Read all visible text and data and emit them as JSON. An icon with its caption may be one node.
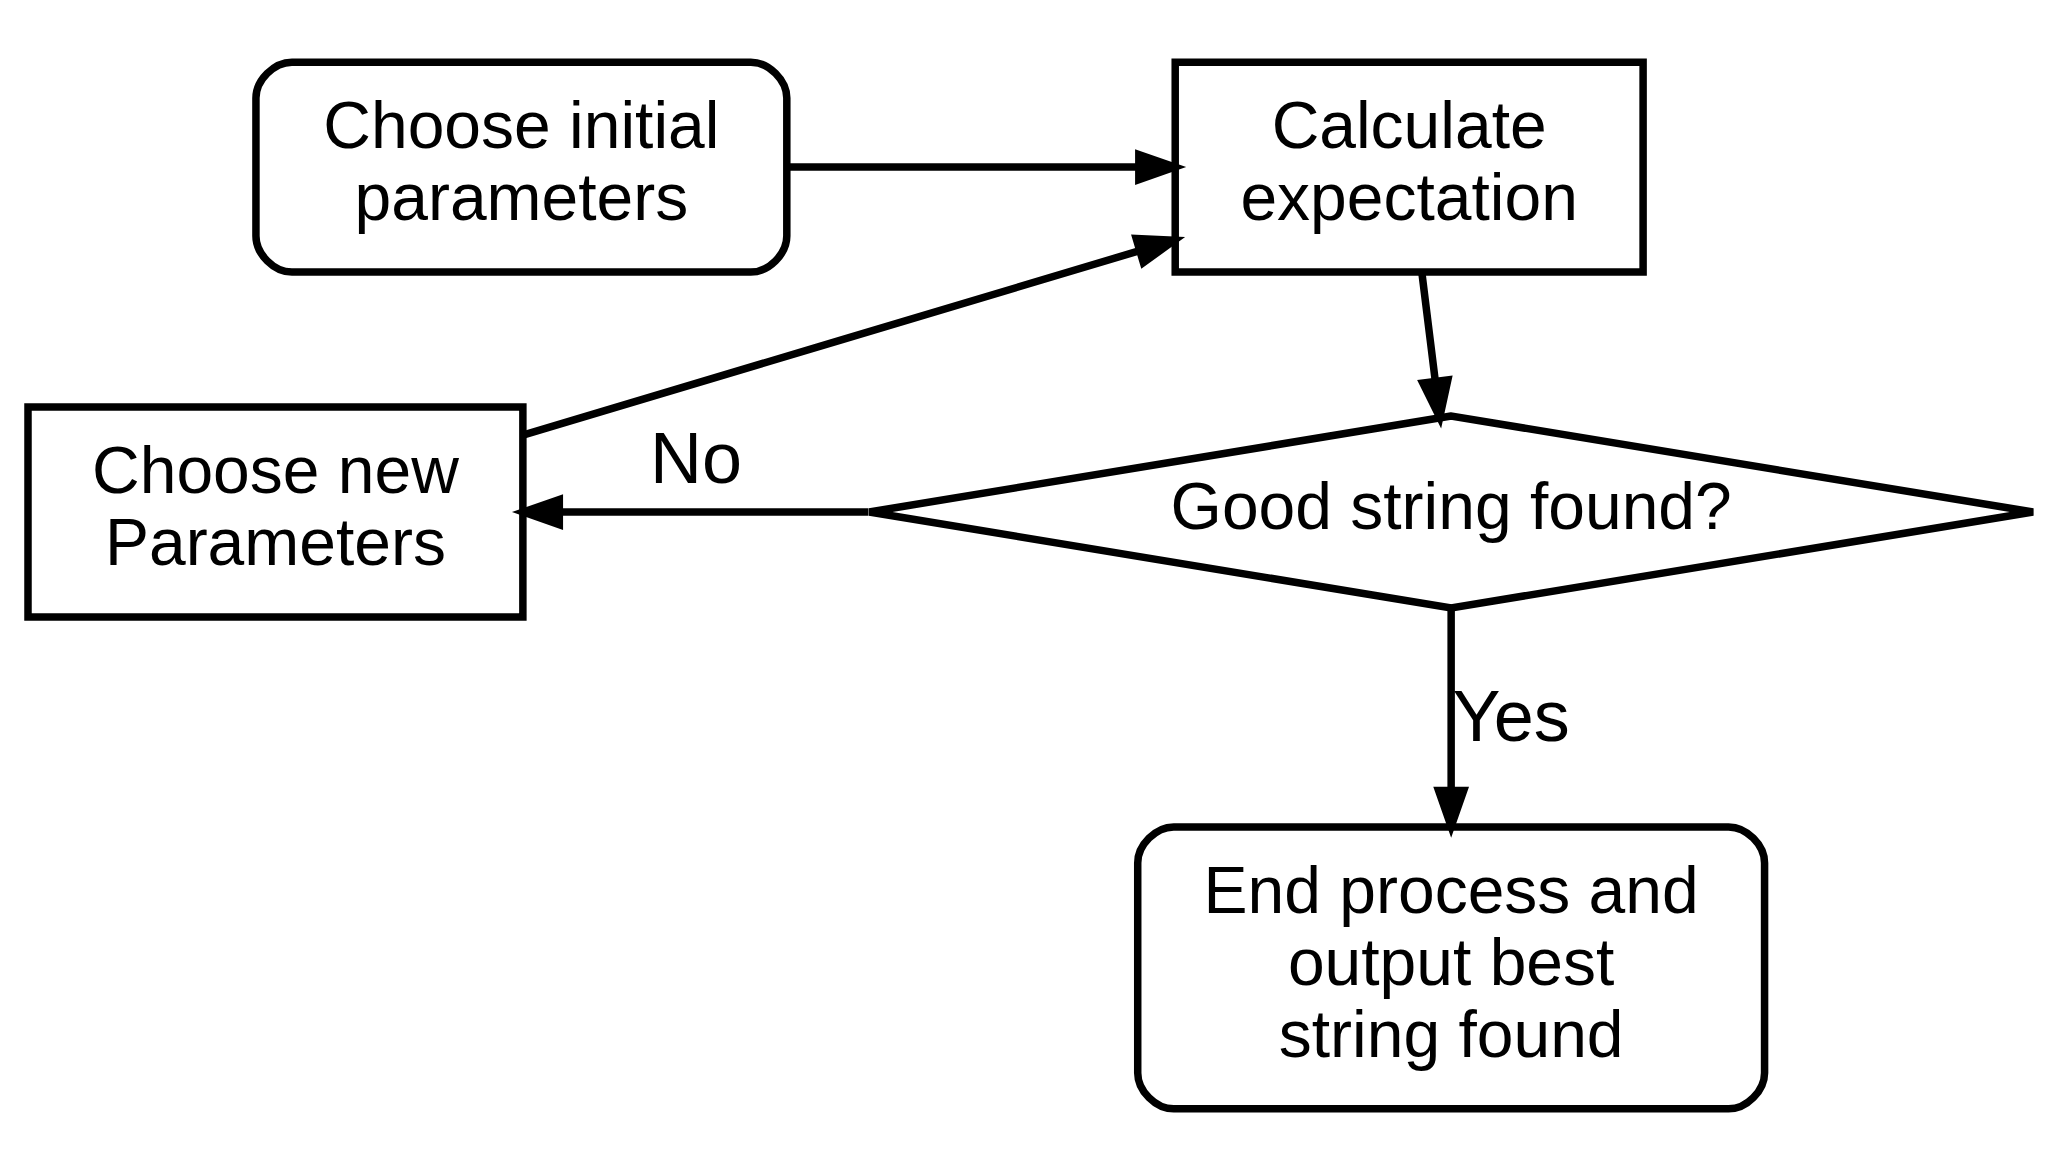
{
  "diagram": {
    "nodes": [
      {
        "text": [
          "Choose initial parameters"
        ]
      },
      {
        "text": [
          "Calculate expectation"
        ]
      },
      {
        "text": [
          "Choose new Parameters"
        ]
      },
      {
        "text": [
          "Good string found?"
        ]
      },
      {
        "text": [
          "End process and output best string found"
        ]
      }
    ],
    "edges": [
      {
        "from": 0,
        "to": 1,
        "arrow": "to"
      },
      {
        "from": 1,
        "to": 3,
        "arrow": "to"
      },
      {
        "from": 3,
        "to": 2,
        "arrow": "to",
        "label": "No"
      },
      {
        "from": 2,
        "to": 1,
        "arrow": "to"
      },
      {
        "from": 3,
        "to": 4,
        "arrow": "to",
        "label": "Yes"
      }
    ]
  }
}
